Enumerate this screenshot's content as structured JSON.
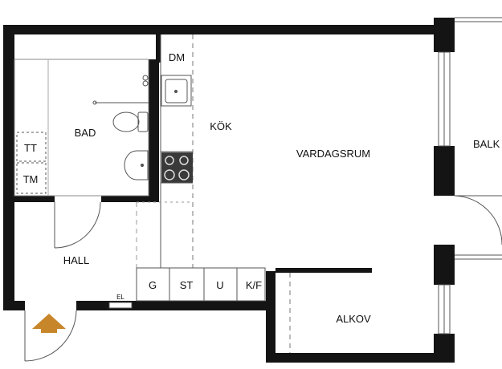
{
  "rooms": {
    "bad": "BAD",
    "hall": "HALL",
    "kok": "KÖK",
    "vardagsrum": "VARDAGSRUM",
    "alkov": "ALKOV",
    "balkong": "BALK"
  },
  "fixtures": {
    "dm": "DM",
    "tt": "TT",
    "tm": "TM",
    "el": "EL",
    "cabinets": [
      "G",
      "ST",
      "U",
      "K/F"
    ]
  },
  "colors": {
    "wall": "#141414",
    "line": "#555555",
    "dash": "#777777",
    "stove": "#3a3a3a",
    "entry_arrow": "#c8862a"
  }
}
